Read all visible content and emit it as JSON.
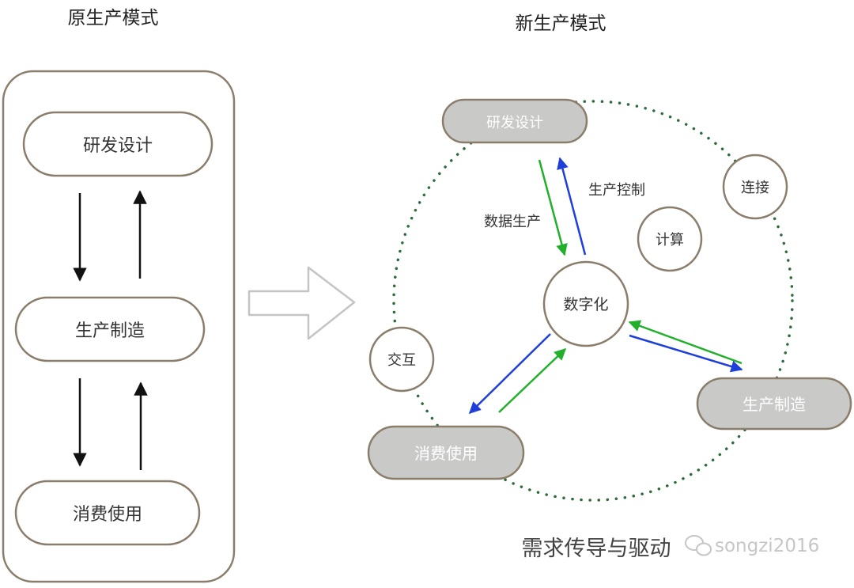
{
  "old_model": {
    "title": "原生产模式",
    "stages": [
      "研发设计",
      "生产制造",
      "消费使用"
    ]
  },
  "new_model": {
    "title": "新生产模式",
    "nodes": {
      "rd": "研发设计",
      "manufacture": "生产制造",
      "consume": "消费使用",
      "core": "数字化",
      "connect": "连接",
      "compute": "计算",
      "interact": "交互"
    },
    "edge_labels": {
      "data_production": "数据生产",
      "production_control": "生产控制"
    },
    "footer": "需求传导与驱动"
  },
  "watermark": "songzi2016",
  "colors": {
    "pill_fill": "#c9cac8",
    "outline": "#8b7d6b",
    "dotted_circle": "#2e6b3a",
    "arrow_green": "#22b02c",
    "arrow_blue": "#1f3fd9",
    "arrow_black": "#111111"
  }
}
